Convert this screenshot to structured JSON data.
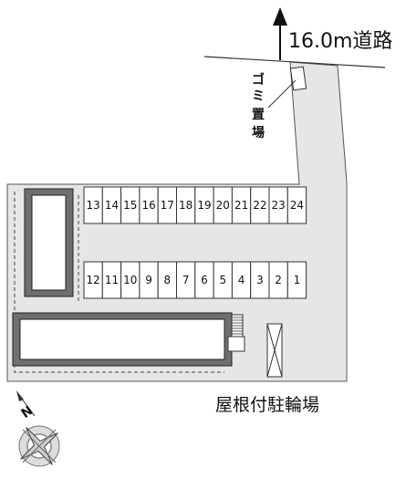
{
  "road": {
    "label": "16.0m道路"
  },
  "garbage": {
    "label_chars": [
      "ゴ",
      "ミ",
      "置",
      "場"
    ]
  },
  "bike_parking": {
    "label": "屋根付駐輪場"
  },
  "parking": {
    "top_row": [
      "13",
      "14",
      "15",
      "16",
      "17",
      "18",
      "19",
      "20",
      "21",
      "22",
      "23",
      "24"
    ],
    "bottom_row": [
      "12",
      "11",
      "10",
      "9",
      "8",
      "7",
      "6",
      "5",
      "4",
      "3",
      "2",
      "1"
    ]
  },
  "compass": {
    "north_label": "N"
  },
  "colors": {
    "lot_fill": "#e6e6e6",
    "building_fill": "#6f6f6f",
    "line": "#333333"
  }
}
